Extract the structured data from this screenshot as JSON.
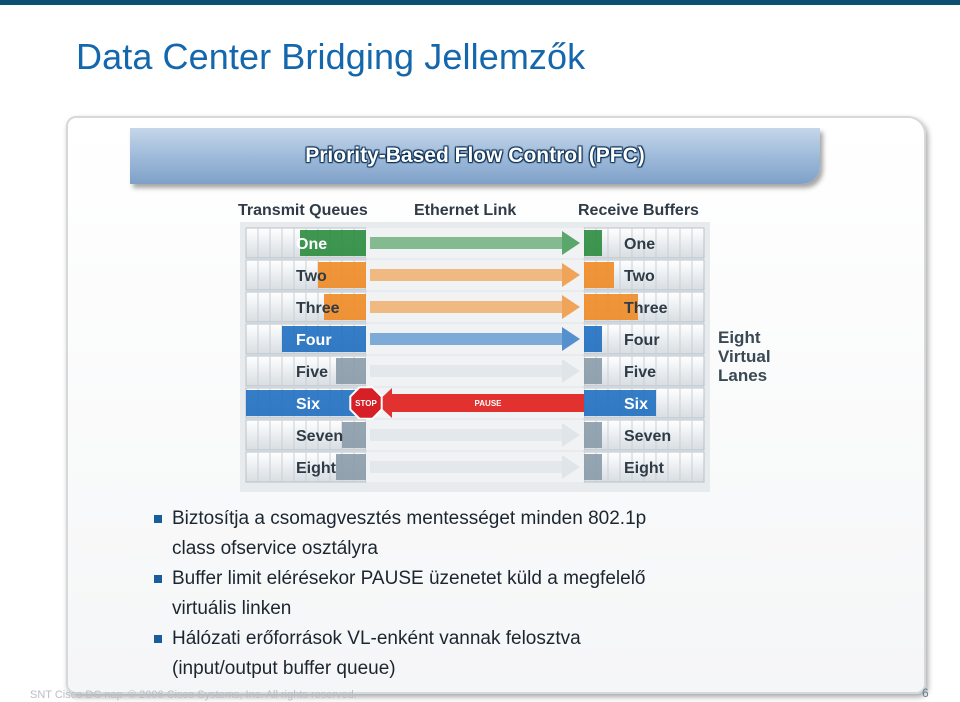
{
  "slide": {
    "title": "Data Center Bridging Jellemzők",
    "page_number": "6"
  },
  "diagram": {
    "banner": "Priority-Based Flow Control (PFC)",
    "headers": {
      "transmit": "Transmit Queues",
      "link": "Ethernet Link",
      "receive": "Receive Buffers"
    },
    "lanes": [
      "One",
      "Two",
      "Three",
      "Four",
      "Five",
      "Six",
      "Seven",
      "Eight"
    ],
    "lane_colors": [
      "#2a8c3e",
      "#f08a24",
      "#f08a24",
      "#1f6fc0",
      "#8a9ba8",
      "#1f6fc0",
      "#8a9ba8",
      "#8a9ba8"
    ],
    "stop_label": "STOP",
    "pause_label": "PAUSE",
    "side_label_lines": [
      "Eight",
      "Virtual",
      "Lanes"
    ],
    "paused_lane_index": 5
  },
  "bullets": [
    {
      "lines": [
        "Biztosítja a csomagvesztés mentességet minden 802.1p",
        "class ofservice osztályra"
      ]
    },
    {
      "lines": [
        "Buffer limit elérésekor PAUSE üzenetet küld a megfelelő",
        "virtuális linken"
      ]
    },
    {
      "lines": [
        "Hálózati erőforrások VL-enként vannak felosztva",
        "(input/output buffer queue)"
      ]
    }
  ],
  "footer": {
    "left": "SNT Cisco DC nap",
    "copyright": "© 2006 Cisco Systems, Inc. All rights reserved."
  }
}
